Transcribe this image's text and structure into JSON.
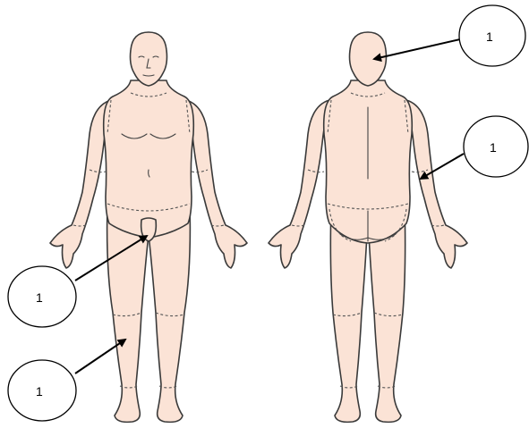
{
  "diagram": {
    "views": [
      {
        "id": "front",
        "name": "front-body-view"
      },
      {
        "id": "back",
        "name": "back-body-view"
      }
    ],
    "callouts": [
      {
        "id": "back-of-head",
        "label": "1"
      },
      {
        "id": "back-upper-arm",
        "label": "1"
      },
      {
        "id": "front-groin",
        "label": "1"
      },
      {
        "id": "front-lower-leg",
        "label": "1"
      }
    ],
    "colors": {
      "skin": "#fbe3d6",
      "outline": "#3a3a3a",
      "callout": "#000000"
    }
  }
}
